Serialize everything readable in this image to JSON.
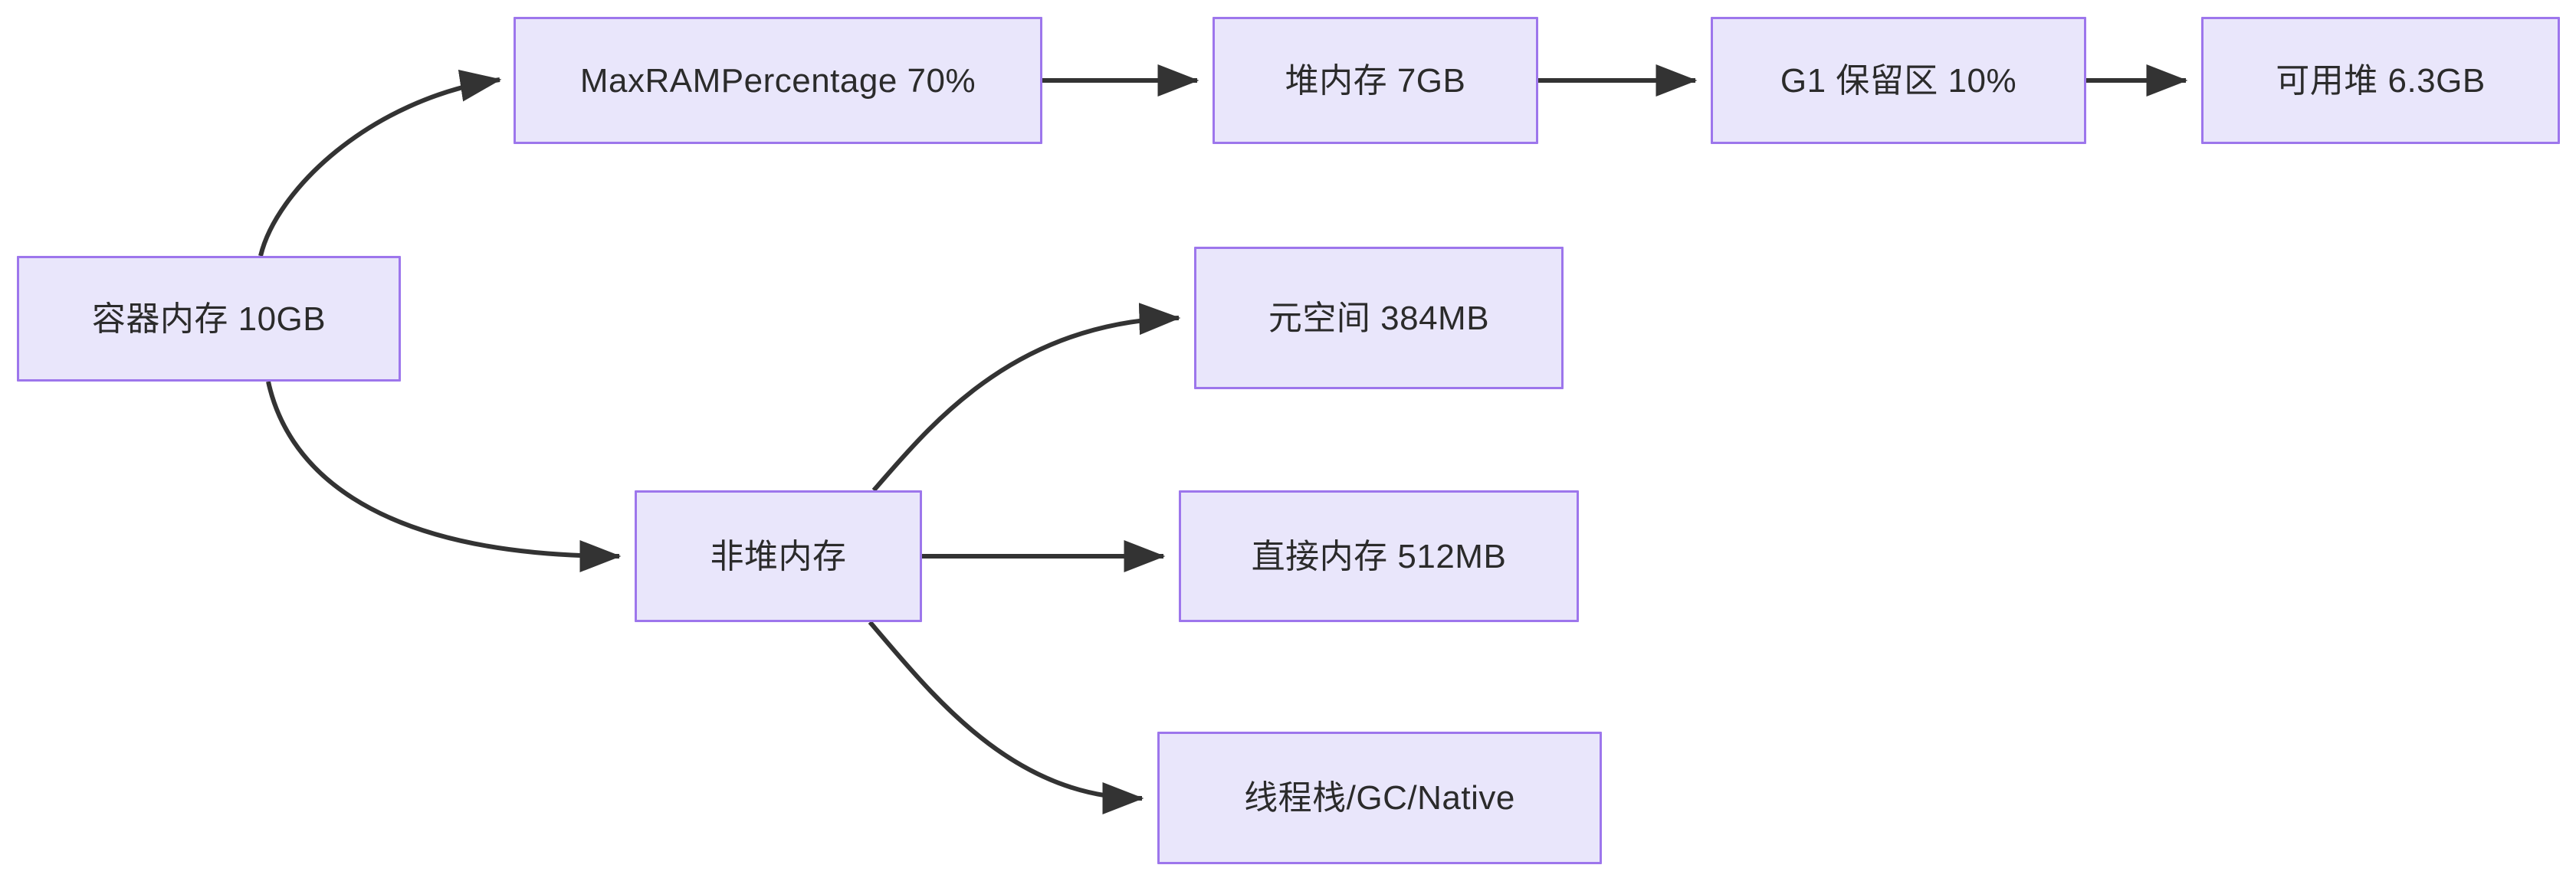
{
  "diagram": {
    "type": "flowchart",
    "direction": "left-to-right",
    "background_color": "#ffffff",
    "node_fill_color": "#e9e6fb",
    "node_border_color": "#9d76ec",
    "edge_color": "#333333",
    "text_color": "#2b2b2b",
    "nodes": [
      {
        "id": "container-memory",
        "label": "容器内存 10GB"
      },
      {
        "id": "maxrampercentage",
        "label": "MaxRAMPercentage 70%"
      },
      {
        "id": "heap",
        "label": "堆内存 7GB"
      },
      {
        "id": "g1-reserve",
        "label": "G1 保留区 10%"
      },
      {
        "id": "usable-heap",
        "label": "可用堆 6.3GB"
      },
      {
        "id": "non-heap",
        "label": "非堆内存"
      },
      {
        "id": "metaspace",
        "label": "元空间 384MB"
      },
      {
        "id": "direct-memory",
        "label": "直接内存 512MB"
      },
      {
        "id": "thread-stack-gc-native",
        "label": "线程栈/GC/Native"
      }
    ],
    "edges": [
      {
        "from": "container-memory",
        "to": "maxrampercentage",
        "style": "curved",
        "arrow": "end"
      },
      {
        "from": "maxrampercentage",
        "to": "heap",
        "style": "straight",
        "arrow": "end"
      },
      {
        "from": "heap",
        "to": "g1-reserve",
        "style": "straight",
        "arrow": "end"
      },
      {
        "from": "g1-reserve",
        "to": "usable-heap",
        "style": "straight",
        "arrow": "end"
      },
      {
        "from": "container-memory",
        "to": "non-heap",
        "style": "curved",
        "arrow": "end"
      },
      {
        "from": "non-heap",
        "to": "metaspace",
        "style": "curved",
        "arrow": "end"
      },
      {
        "from": "non-heap",
        "to": "direct-memory",
        "style": "straight",
        "arrow": "end"
      },
      {
        "from": "non-heap",
        "to": "thread-stack-gc-native",
        "style": "curved",
        "arrow": "end"
      }
    ]
  }
}
